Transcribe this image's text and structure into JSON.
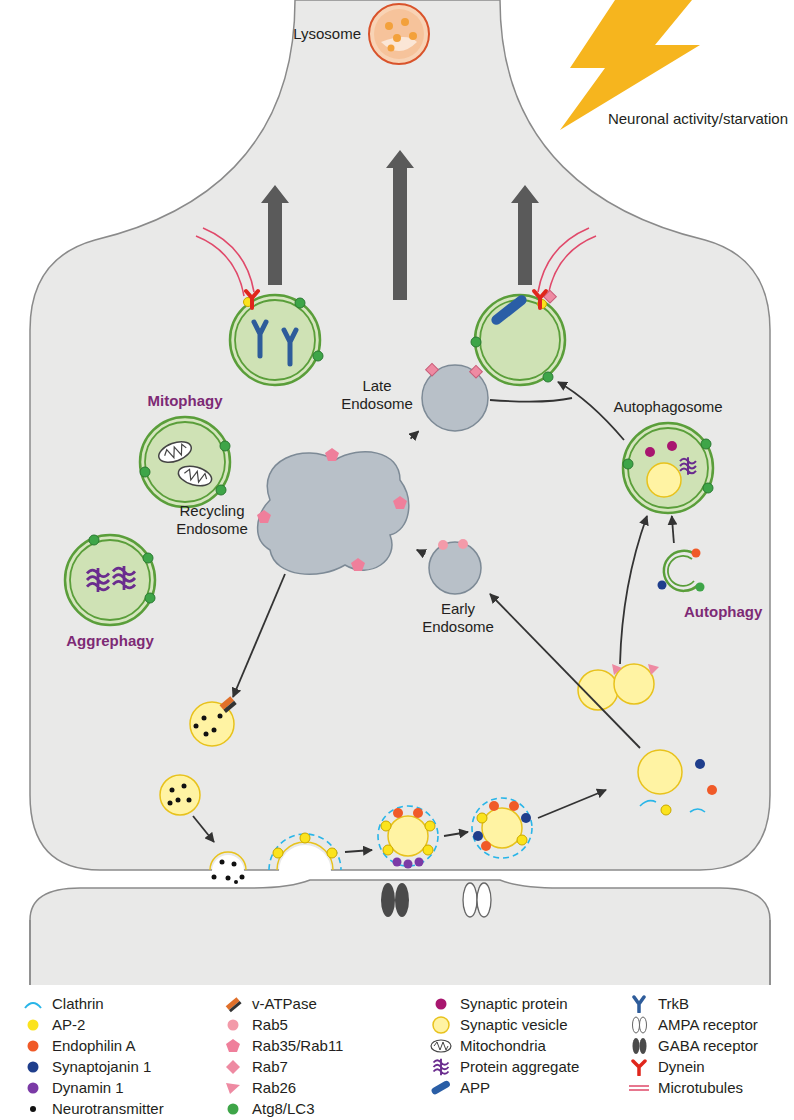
{
  "diagram": {
    "nodes": [
      {
        "text": [
          "Lysosome"
        ]
      },
      {
        "text": [
          "Mitophagy"
        ]
      },
      {
        "text": [
          "Autophagosome"
        ]
      },
      {
        "text": [
          "Late Endosome"
        ]
      },
      {
        "text": [
          "Recycling Endosome"
        ]
      },
      {
        "text": [
          "Aggrephagy"
        ]
      },
      {
        "text": [
          "Early Endosome"
        ]
      },
      {
        "text": [
          "Autophagy"
        ]
      }
    ],
    "edges": [
      {
        "from": 6,
        "to": 4,
        "arrow": "to"
      },
      {
        "from": 4,
        "to": 3,
        "arrow": "to"
      },
      {
        "from": 7,
        "to": 2,
        "arrow": "to"
      }
    ],
    "labels": [
      "Neuronal activity/starvation"
    ],
    "legend": [
      {
        "text": "Clathrin"
      },
      {
        "text": "AP-2",
        "color": "#fbe31d"
      },
      {
        "text": "Endophilin A",
        "color": "#f05a28"
      },
      {
        "text": "Synaptojanin 1",
        "color": "#1f3e8c"
      },
      {
        "text": "Dynamin 1",
        "color": "#7b3aa6"
      },
      {
        "text": "Neurotransmitter",
        "color": "#111111"
      },
      {
        "text": "v-ATPase"
      },
      {
        "text": "Rab5",
        "color": "#f39aa9"
      },
      {
        "text": "Rab35/Rab11",
        "color": "#ef7f9b"
      },
      {
        "text": "Rab7",
        "color": "#ee8aa2"
      },
      {
        "text": "Rab26",
        "color": "#ee8aa2"
      },
      {
        "text": "Atg8/LC3",
        "color": "#3ea548"
      },
      {
        "text": "Synaptic protein",
        "color": "#a8166f"
      },
      {
        "text": "Synaptic vesicle"
      },
      {
        "text": "Mitochondria"
      },
      {
        "text": "Protein aggregate"
      },
      {
        "text": "APP"
      },
      {
        "text": "TrkB"
      },
      {
        "text": "AMPA receptor"
      },
      {
        "text": "GABA receptor"
      },
      {
        "text": "Dynein"
      },
      {
        "text": "Microtubules"
      }
    ]
  }
}
